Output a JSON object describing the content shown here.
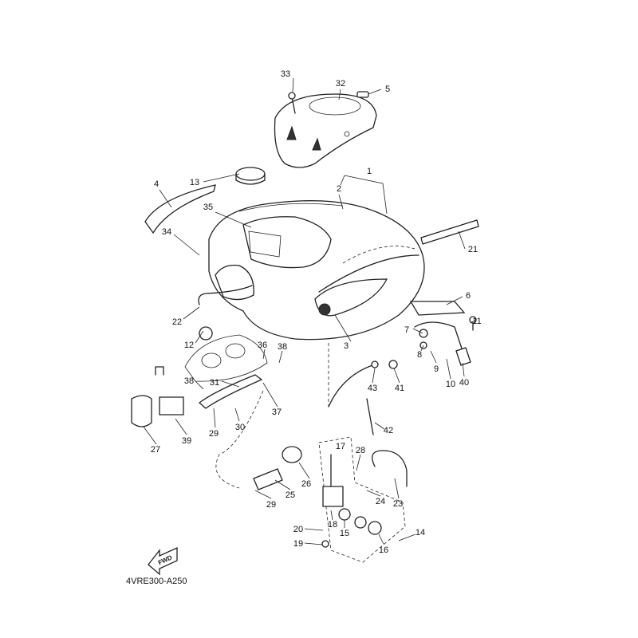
{
  "diagram": {
    "type": "exploded parts diagram",
    "code": "4VRE300-A250",
    "direction_marker": "FWD",
    "labels": {
      "l1": "1",
      "l2": "2",
      "l3": "3",
      "l4": "4",
      "l5": "5",
      "l6": "6",
      "l7": "7",
      "l8": "8",
      "l9": "9",
      "l10": "10",
      "l11": "11",
      "l12": "12",
      "l13": "13",
      "l14": "14",
      "l15": "15",
      "l16": "16",
      "l17": "17",
      "l18": "18",
      "l19": "19",
      "l20": "20",
      "l21": "21",
      "l22": "22",
      "l23": "23",
      "l24": "24",
      "l25": "25",
      "l26": "26",
      "l27": "27",
      "l28": "28",
      "l29": "29",
      "l30": "30",
      "l31": "31",
      "l32": "32",
      "l33": "33",
      "l34": "34",
      "l35": "35",
      "l36": "36",
      "l37": "37",
      "l38": "38",
      "l39": "39",
      "l40": "40",
      "l41": "41",
      "l42": "42",
      "l43": "43"
    }
  }
}
